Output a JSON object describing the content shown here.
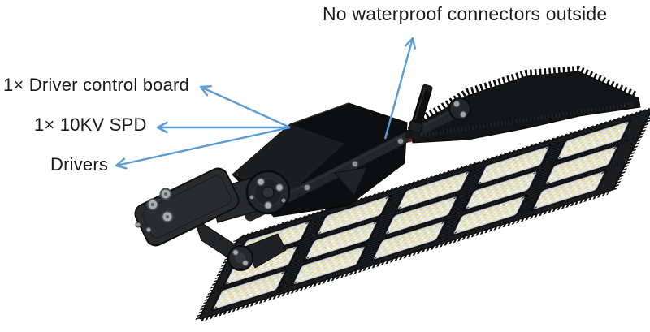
{
  "annotations": {
    "top_label": "No waterproof connectors outside",
    "left_labels": [
      {
        "text": "1× Driver control board"
      },
      {
        "text": "1× 10KV SPD"
      },
      {
        "text": "Drivers"
      }
    ]
  },
  "colors": {
    "arrow_blue": "#5b9bd5",
    "label_text": "#1a1a1a",
    "fixture_black": "#141416",
    "led_surface": "#e8eae9",
    "led_chip_yellow": "#e7d175",
    "background": "#ffffff"
  }
}
